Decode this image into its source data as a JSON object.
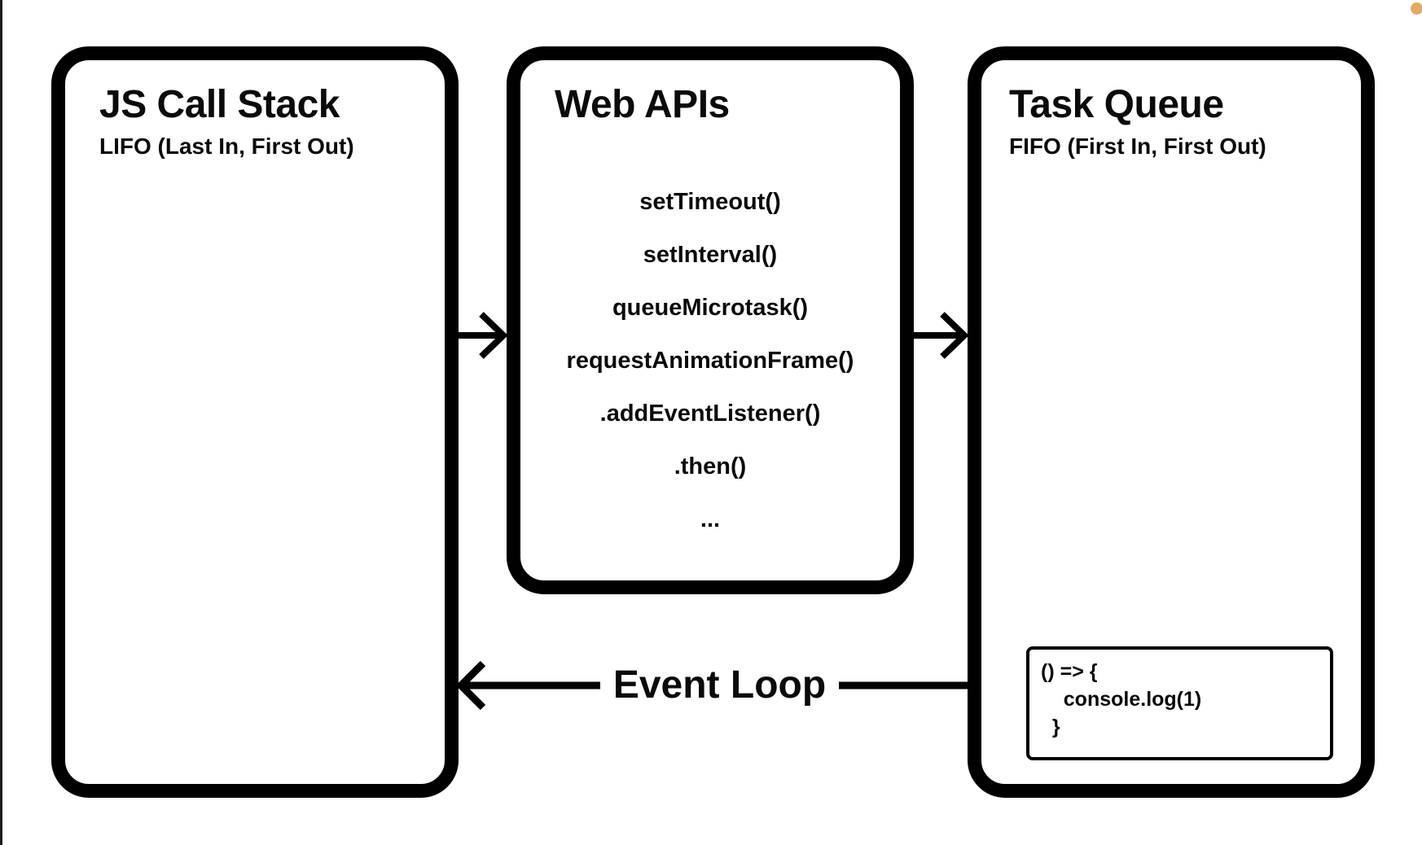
{
  "diagram": {
    "call_stack": {
      "title": "JS Call Stack",
      "subtitle": "LIFO (Last In, First Out)"
    },
    "web_apis": {
      "title": "Web APIs",
      "items": [
        "setTimeout()",
        "setInterval()",
        "queueMicrotask()",
        "requestAnimationFrame()",
        ".addEventListener()",
        ".then()",
        "..."
      ]
    },
    "task_queue": {
      "title": "Task Queue",
      "subtitle": "FIFO (First In, First Out)",
      "code_lines": [
        "() => {",
        "    console.log(1)",
        "  }"
      ]
    },
    "event_loop_label": "Event Loop"
  },
  "colors": {
    "background": "#ffffff",
    "line": "#000000",
    "accent_dot": "#e2aa65"
  }
}
